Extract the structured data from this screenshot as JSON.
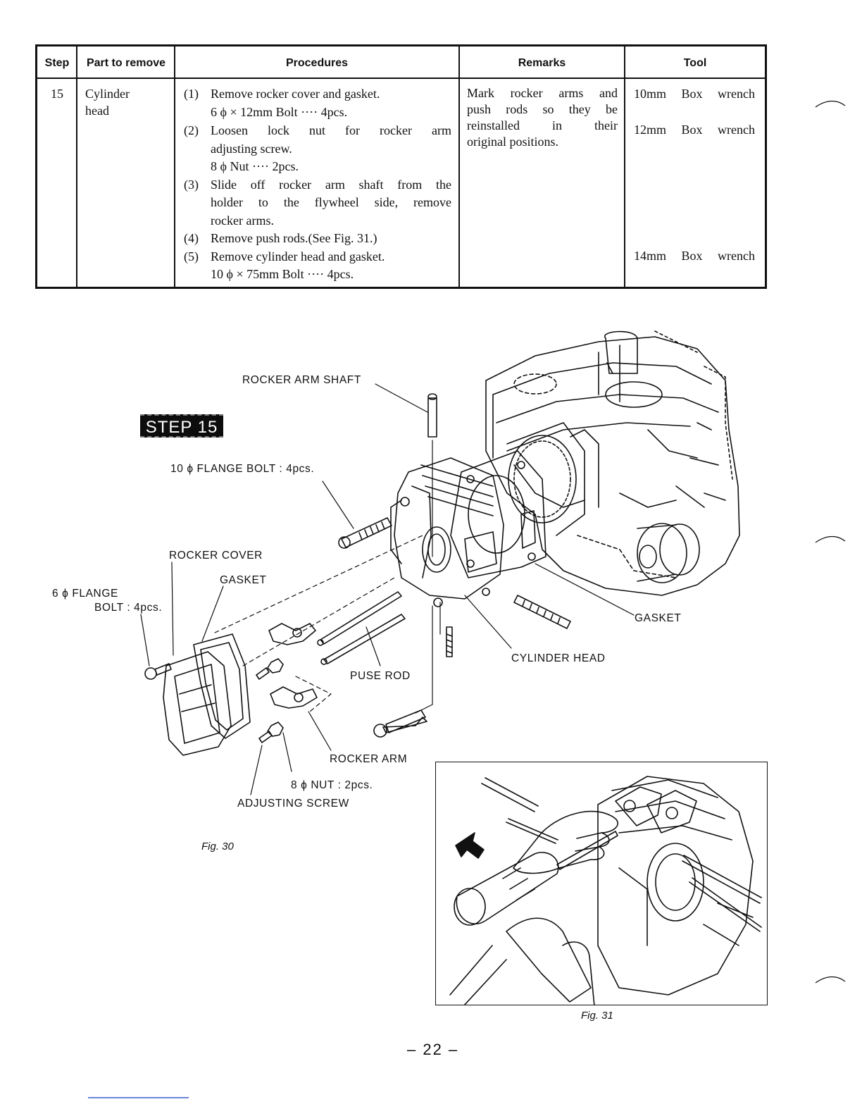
{
  "table": {
    "headers": {
      "step": "Step",
      "part": "Part to remove",
      "procedures": "Procedures",
      "remarks": "Remarks",
      "tool": "Tool"
    },
    "row": {
      "step": "15",
      "part_line1": "Cylinder",
      "part_line2": "head",
      "procedures": [
        {
          "num": "(1)",
          "text": "Remove rocker cover and gasket."
        },
        {
          "num": "",
          "text": "6 ϕ × 12mm Bolt ···· 4pcs."
        },
        {
          "num": "(2)",
          "text": "Loosen lock nut for rocker arm"
        },
        {
          "num": "",
          "text": "adjusting screw."
        },
        {
          "num": "",
          "text": "8 ϕ Nut ···· 2pcs."
        },
        {
          "num": "(3)",
          "text": "Slide off rocker arm shaft from the"
        },
        {
          "num": "",
          "text": "holder to the flywheel side, remove"
        },
        {
          "num": "",
          "text": "rocker arms."
        },
        {
          "num": "(4)",
          "text": "Remove push rods.(See Fig. 31.)"
        },
        {
          "num": "(5)",
          "text": "Remove cylinder head and gasket."
        },
        {
          "num": "",
          "text": "10 ϕ × 75mm Bolt ···· 4pcs."
        }
      ],
      "remarks": [
        "Mark rocker arms and",
        "push rods so they be",
        "reinstalled in their",
        "original positions."
      ],
      "tools": {
        "tool1": "10mm Box wrench",
        "tool2": "12mm Box wrench",
        "tool3": "14mm Box wrench"
      }
    }
  },
  "figure30": {
    "badge": "STEP 15",
    "labels": {
      "rocker_arm_shaft": "ROCKER ARM SHAFT",
      "flange_bolt_10": "10 ϕ  FLANGE  BOLT : 4pcs.",
      "rocker_cover": "ROCKER COVER",
      "gasket_small": "GASKET",
      "flange_bolt_6_line1": "6 ϕ  FLANGE",
      "flange_bolt_6_line2": "BOLT : 4pcs.",
      "gasket_head": "GASKET",
      "cylinder_head": "CYLINDER HEAD",
      "push_rod": "PUSE ROD",
      "rocker_arm": "ROCKER ARM",
      "nut_8": "8 ϕ  NUT : 2pcs.",
      "adjusting_screw": "ADJUSTING SCREW"
    },
    "caption": "Fig. 30"
  },
  "figure31": {
    "caption": "Fig. 31"
  },
  "page_number": "– 22 –"
}
